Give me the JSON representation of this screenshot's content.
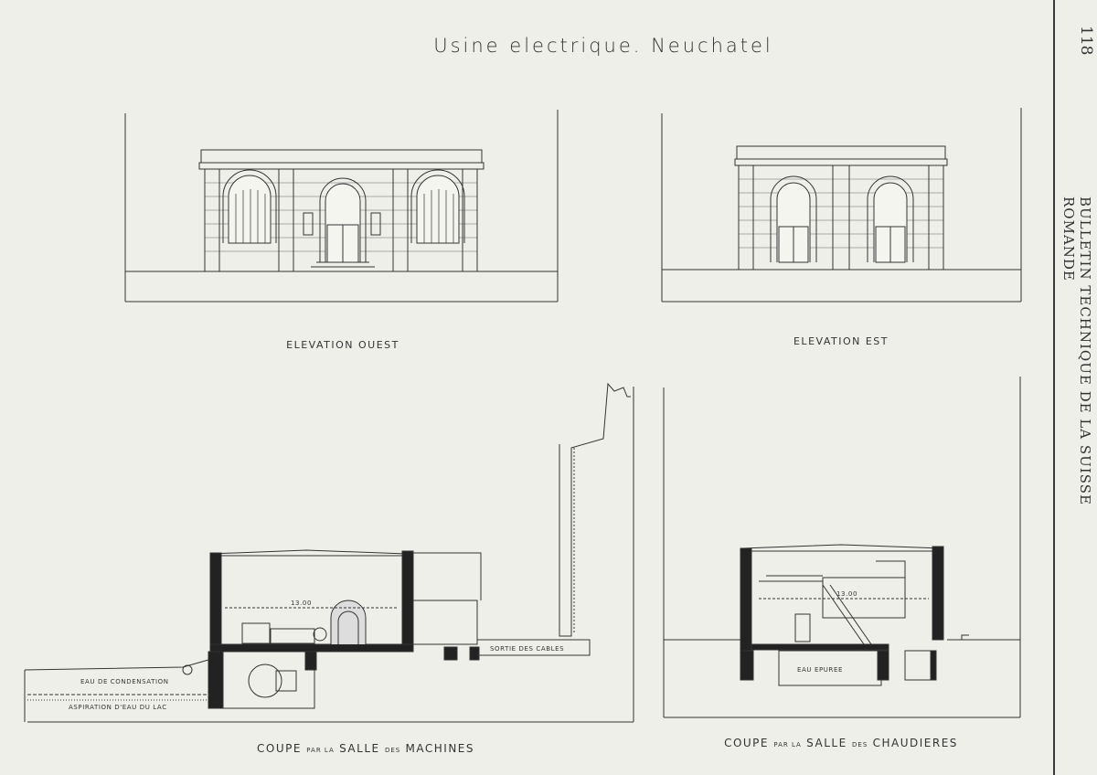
{
  "page": {
    "title": "Usine electrique. Neuchatel",
    "page_number": "118",
    "journal": "BULLETIN TECHNIQUE DE LA SUISSE ROMANDE"
  },
  "captions": {
    "elevation_ouest": "ELEVATION OUEST",
    "elevation_est": "ELEVATION EST",
    "coupe_machines": {
      "word1": "COUPE",
      "small1": "PAR LA",
      "word2": "SALLE",
      "small2": "DES",
      "word3": "MACHINES"
    },
    "coupe_chaudieres": {
      "word1": "COUPE",
      "small1": "PAR LA",
      "word2": "SALLE",
      "small2": "DES",
      "word3": "CHAUDIERES"
    }
  },
  "annotations": {
    "eau_condensation": "EAU DE CONDENSATION",
    "aspiration": "ASPIRATION D'EAU DU LAC",
    "sortie_cables": "SORTIE DES CABLES",
    "eau_epuree": "EAU EPUREE",
    "dim_machines": "13.00",
    "dim_chaudieres": "13.00"
  },
  "colors": {
    "paper": "#efefea",
    "ink": "#2a2a2a"
  }
}
